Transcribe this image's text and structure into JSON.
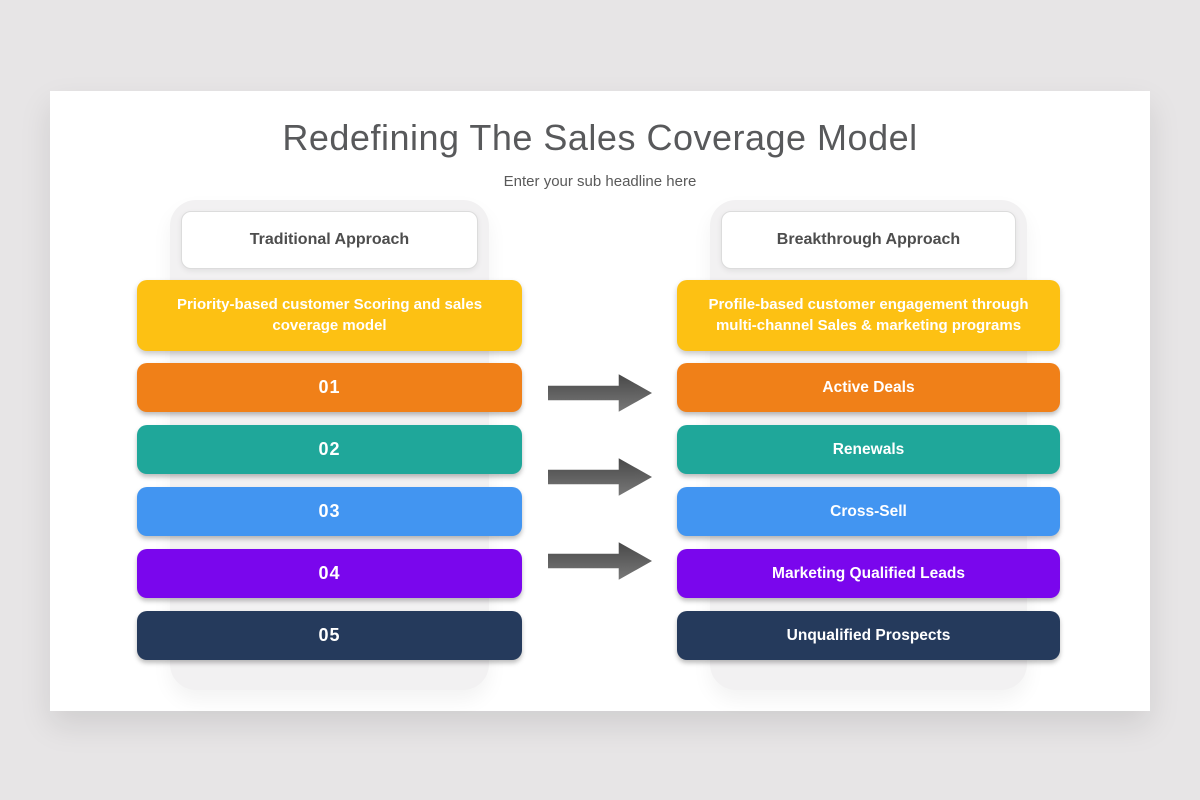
{
  "slide": {
    "title": "Redefining The Sales Coverage Model",
    "subtitle": "Enter your sub headline here"
  },
  "columns": [
    {
      "id": "traditional",
      "header": "Traditional Approach",
      "summary": "Priority-based customer Scoring and sales coverage model",
      "rows": [
        {
          "label": "01",
          "color": "#f08018"
        },
        {
          "label": "02",
          "color": "#1fa79a"
        },
        {
          "label": "03",
          "color": "#4295f1"
        },
        {
          "label": "04",
          "color": "#7a06ed"
        },
        {
          "label": "05",
          "color": "#253a5c"
        }
      ]
    },
    {
      "id": "breakthrough",
      "header": "Breakthrough Approach",
      "summary": "Profile-based customer engagement through multi-channel Sales & marketing programs",
      "rows": [
        {
          "label": "Active Deals",
          "color": "#f08018"
        },
        {
          "label": "Renewals",
          "color": "#1fa79a"
        },
        {
          "label": "Cross-Sell",
          "color": "#4295f1"
        },
        {
          "label": "Marketing Qualified Leads",
          "color": "#7a06ed"
        },
        {
          "label": "Unqualified Prospects",
          "color": "#253a5c"
        }
      ]
    }
  ],
  "arrows": {
    "count": 3,
    "direction": "right"
  },
  "colors": {
    "canvas_bg": "#e7e5e6",
    "slide_bg": "#ffffff",
    "title_text": "#58595b",
    "subtitle_text": "#595959",
    "header_text": "#4d4d4d",
    "panel_bg": "#f2f1f2",
    "summary_bg": "#fdc113",
    "bar_text": "#ffffff",
    "arrow_dark": "#474747",
    "arrow_light": "#7a7a7a"
  }
}
